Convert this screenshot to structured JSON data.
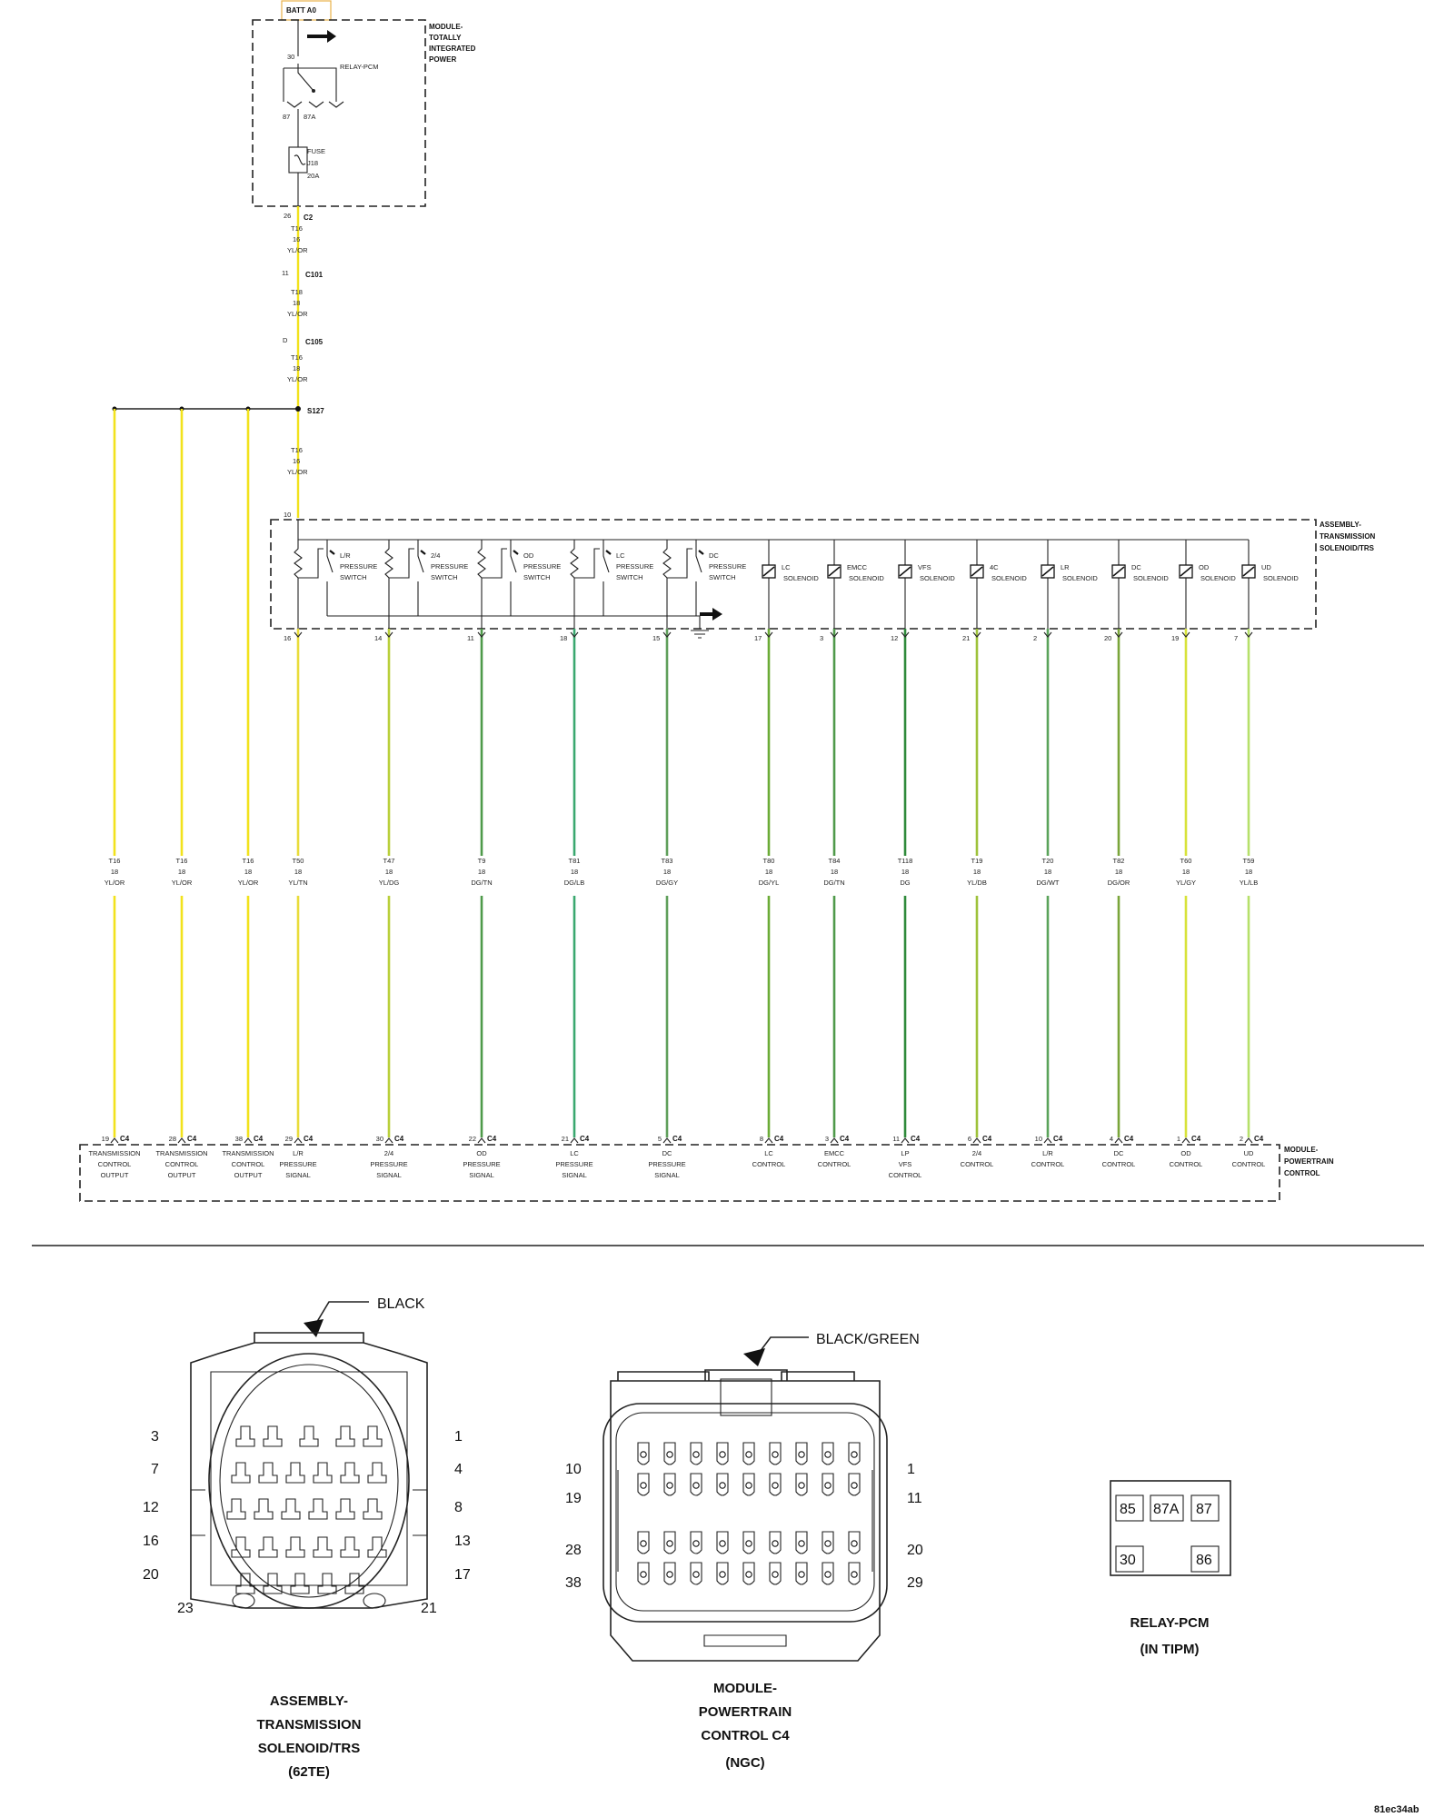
{
  "header": {
    "batt": "BATT A0",
    "module_tipm": [
      "MODULE-",
      "TOTALLY",
      "INTEGRATED",
      "POWER"
    ],
    "relay_pcm": "RELAY-PCM",
    "relay_pins": {
      "p30": "30",
      "p87": "87",
      "p87a": "87A"
    },
    "fuse": [
      "FUSE",
      "J18",
      "20A"
    ]
  },
  "feed": {
    "c2": {
      "pin": "26",
      "conn": "C2"
    },
    "w1": [
      "T16",
      "16",
      "YL/OR"
    ],
    "c101": {
      "pin": "11",
      "conn": "C101"
    },
    "w2": [
      "T18",
      "18",
      "YL/OR"
    ],
    "c105": {
      "pin": "D",
      "conn": "C105"
    },
    "w3": [
      "T16",
      "18",
      "YL/OR"
    ],
    "s127": "S127",
    "w4": [
      "T16",
      "16",
      "YL/OR"
    ],
    "trs_pin": "10"
  },
  "trs_assembly": [
    "ASSEMBLY-",
    "TRANSMISSION",
    "SOLENOID/TRS"
  ],
  "switches": [
    {
      "name": [
        "L/R",
        "PRESSURE",
        "SWITCH"
      ]
    },
    {
      "name": [
        "2/4",
        "PRESSURE",
        "SWITCH"
      ]
    },
    {
      "name": [
        "OD",
        "PRESSURE",
        "SWITCH"
      ]
    },
    {
      "name": [
        "LC",
        "PRESSURE",
        "SWITCH"
      ]
    },
    {
      "name": [
        "DC",
        "PRESSURE",
        "SWITCH"
      ]
    }
  ],
  "solenoids": [
    {
      "name": [
        "LC",
        "SOLENOID"
      ]
    },
    {
      "name": [
        "EMCC",
        "SOLENOID"
      ]
    },
    {
      "name": [
        "VFS",
        "SOLENOID"
      ]
    },
    {
      "name": [
        "4C",
        "SOLENOID"
      ]
    },
    {
      "name": [
        "LR",
        "SOLENOID"
      ]
    },
    {
      "name": [
        "DC",
        "SOLENOID"
      ]
    },
    {
      "name": [
        "OD",
        "SOLENOID"
      ]
    },
    {
      "name": [
        "UD",
        "SOLENOID"
      ]
    }
  ],
  "wires": [
    {
      "trs_pin": "",
      "label": [
        "T16",
        "18",
        "YL/OR"
      ],
      "pcm_pin": "19",
      "conn": "C4",
      "func": [
        "TRANSMISSION",
        "CONTROL",
        "OUTPUT"
      ],
      "color": "#f2e21c"
    },
    {
      "trs_pin": "",
      "label": [
        "T16",
        "18",
        "YL/OR"
      ],
      "pcm_pin": "28",
      "conn": "C4",
      "func": [
        "TRANSMISSION",
        "CONTROL",
        "OUTPUT"
      ],
      "color": "#f2e21c"
    },
    {
      "trs_pin": "",
      "label": [
        "T16",
        "18",
        "YL/OR"
      ],
      "pcm_pin": "38",
      "conn": "C4",
      "func": [
        "TRANSMISSION",
        "CONTROL",
        "OUTPUT"
      ],
      "color": "#f2e21c"
    },
    {
      "trs_pin": "16",
      "label": [
        "T50",
        "18",
        "YL/TN"
      ],
      "pcm_pin": "29",
      "conn": "C4",
      "func": [
        "L/R",
        "PRESSURE",
        "SIGNAL"
      ],
      "color": "#e9dc3a"
    },
    {
      "trs_pin": "14",
      "label": [
        "T47",
        "18",
        "YL/DG"
      ],
      "pcm_pin": "30",
      "conn": "C4",
      "func": [
        "2/4",
        "PRESSURE",
        "SIGNAL"
      ],
      "color": "#b9cf3a"
    },
    {
      "trs_pin": "11",
      "label": [
        "T9",
        "18",
        "DG/TN"
      ],
      "pcm_pin": "22",
      "conn": "C4",
      "func": [
        "OD",
        "PRESSURE",
        "SIGNAL"
      ],
      "color": "#4f9a4a"
    },
    {
      "trs_pin": "18",
      "label": [
        "T81",
        "18",
        "DG/LB"
      ],
      "pcm_pin": "21",
      "conn": "C4",
      "func": [
        "LC",
        "PRESSURE",
        "SIGNAL"
      ],
      "color": "#3aa86f"
    },
    {
      "trs_pin": "15",
      "label": [
        "T83",
        "18",
        "DG/GY"
      ],
      "pcm_pin": "5",
      "conn": "C4",
      "func": [
        "DC",
        "PRESSURE",
        "SIGNAL"
      ],
      "color": "#5f9f5a"
    },
    {
      "trs_pin": "17",
      "label": [
        "T80",
        "18",
        "DG/YL"
      ],
      "pcm_pin": "8",
      "conn": "C4",
      "func": [
        "LC",
        "CONTROL"
      ],
      "color": "#6bab36"
    },
    {
      "trs_pin": "3",
      "label": [
        "T84",
        "18",
        "DG/TN"
      ],
      "pcm_pin": "3",
      "conn": "C4",
      "func": [
        "EMCC",
        "CONTROL"
      ],
      "color": "#4f9a4a"
    },
    {
      "trs_pin": "12",
      "label": [
        "T118",
        "18",
        "DG"
      ],
      "pcm_pin": "11",
      "conn": "C4",
      "func": [
        "LP",
        "VFS",
        "CONTROL"
      ],
      "color": "#2e8a3a"
    },
    {
      "trs_pin": "21",
      "label": [
        "T19",
        "18",
        "YL/DB"
      ],
      "pcm_pin": "6",
      "conn": "C4",
      "func": [
        "2/4",
        "CONTROL"
      ],
      "color": "#9ec23a"
    },
    {
      "trs_pin": "2",
      "label": [
        "T20",
        "18",
        "DG/WT"
      ],
      "pcm_pin": "10",
      "conn": "C4",
      "func": [
        "L/R",
        "CONTROL"
      ],
      "color": "#5aa35a"
    },
    {
      "trs_pin": "20",
      "label": [
        "T82",
        "18",
        "DG/OR"
      ],
      "pcm_pin": "4",
      "conn": "C4",
      "func": [
        "DC",
        "CONTROL"
      ],
      "color": "#7aa53a"
    },
    {
      "trs_pin": "19",
      "label": [
        "T60",
        "18",
        "YL/GY"
      ],
      "pcm_pin": "1",
      "conn": "C4",
      "func": [
        "OD",
        "CONTROL"
      ],
      "color": "#d7e23a"
    },
    {
      "trs_pin": "7",
      "label": [
        "T59",
        "18",
        "YL/LB"
      ],
      "pcm_pin": "2",
      "conn": "C4",
      "func": [
        "UD",
        "CONTROL"
      ],
      "color": "#b6e06a"
    }
  ],
  "pcm_module": [
    "MODULE-",
    "POWERTRAIN",
    "CONTROL"
  ],
  "connectors": {
    "trs": {
      "color_tag": "BLACK",
      "pins": {
        "p3": "3",
        "p1": "1",
        "p7": "7",
        "p4": "4",
        "p12": "12",
        "p8": "8",
        "p16": "16",
        "p13": "13",
        "p20": "20",
        "p17": "17",
        "p23": "23",
        "p21": "21"
      },
      "caption": [
        "ASSEMBLY-",
        "TRANSMISSION",
        "SOLENOID/TRS",
        "(62TE)"
      ]
    },
    "pcm": {
      "color_tag": "BLACK/GREEN",
      "pins": {
        "p10": "10",
        "p1": "1",
        "p19": "19",
        "p11": "11",
        "p28": "28",
        "p20": "20",
        "p38": "38",
        "p29": "29"
      },
      "caption": [
        "MODULE-",
        "POWERTRAIN",
        "CONTROL C4",
        "(NGC)"
      ]
    },
    "relay": {
      "pins": [
        "85",
        "87A",
        "87",
        "30",
        "86"
      ],
      "caption": [
        "RELAY-PCM",
        "(IN TIPM)"
      ]
    }
  },
  "footer_code": "81ec34ab"
}
